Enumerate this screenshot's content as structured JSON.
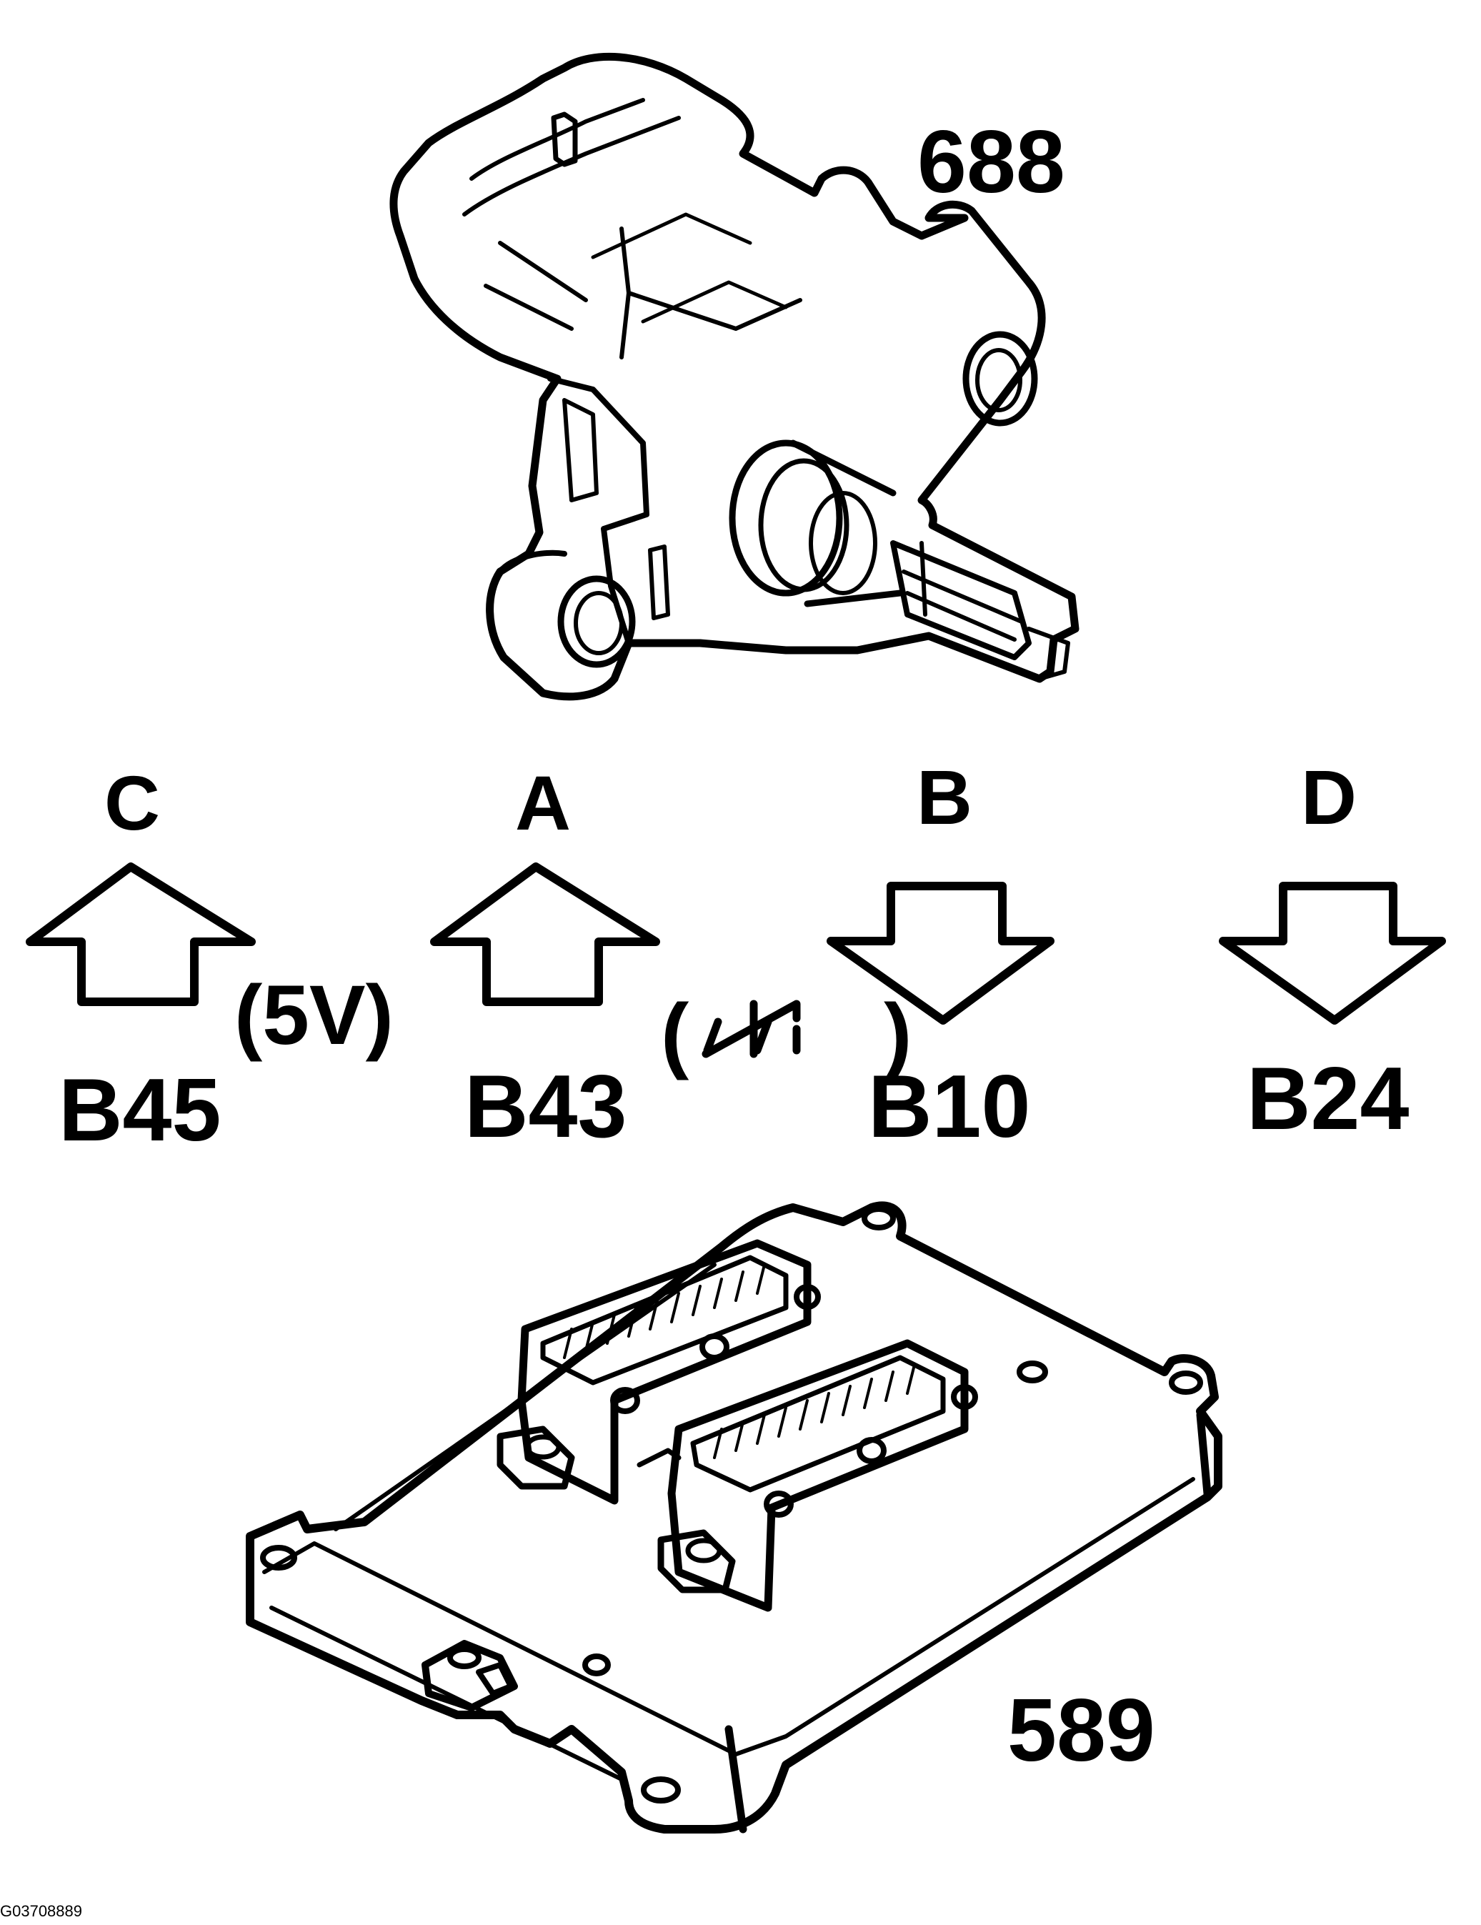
{
  "part_numbers": {
    "sensor": "688",
    "ecm": "589"
  },
  "pins": [
    {
      "letter": "C",
      "terminal": "B45",
      "direction": "up",
      "note": "(5V)"
    },
    {
      "letter": "A",
      "terminal": "B43",
      "direction": "up",
      "note": "( )"
    },
    {
      "letter": "B",
      "terminal": "B10",
      "direction": "down",
      "note": ""
    },
    {
      "letter": "D",
      "terminal": "B24",
      "direction": "down",
      "note": ""
    }
  ],
  "ground_symbol": "ground-icon",
  "figure_id": "G03708889",
  "colors": {
    "ink": "#000000",
    "background": "#ffffff"
  }
}
